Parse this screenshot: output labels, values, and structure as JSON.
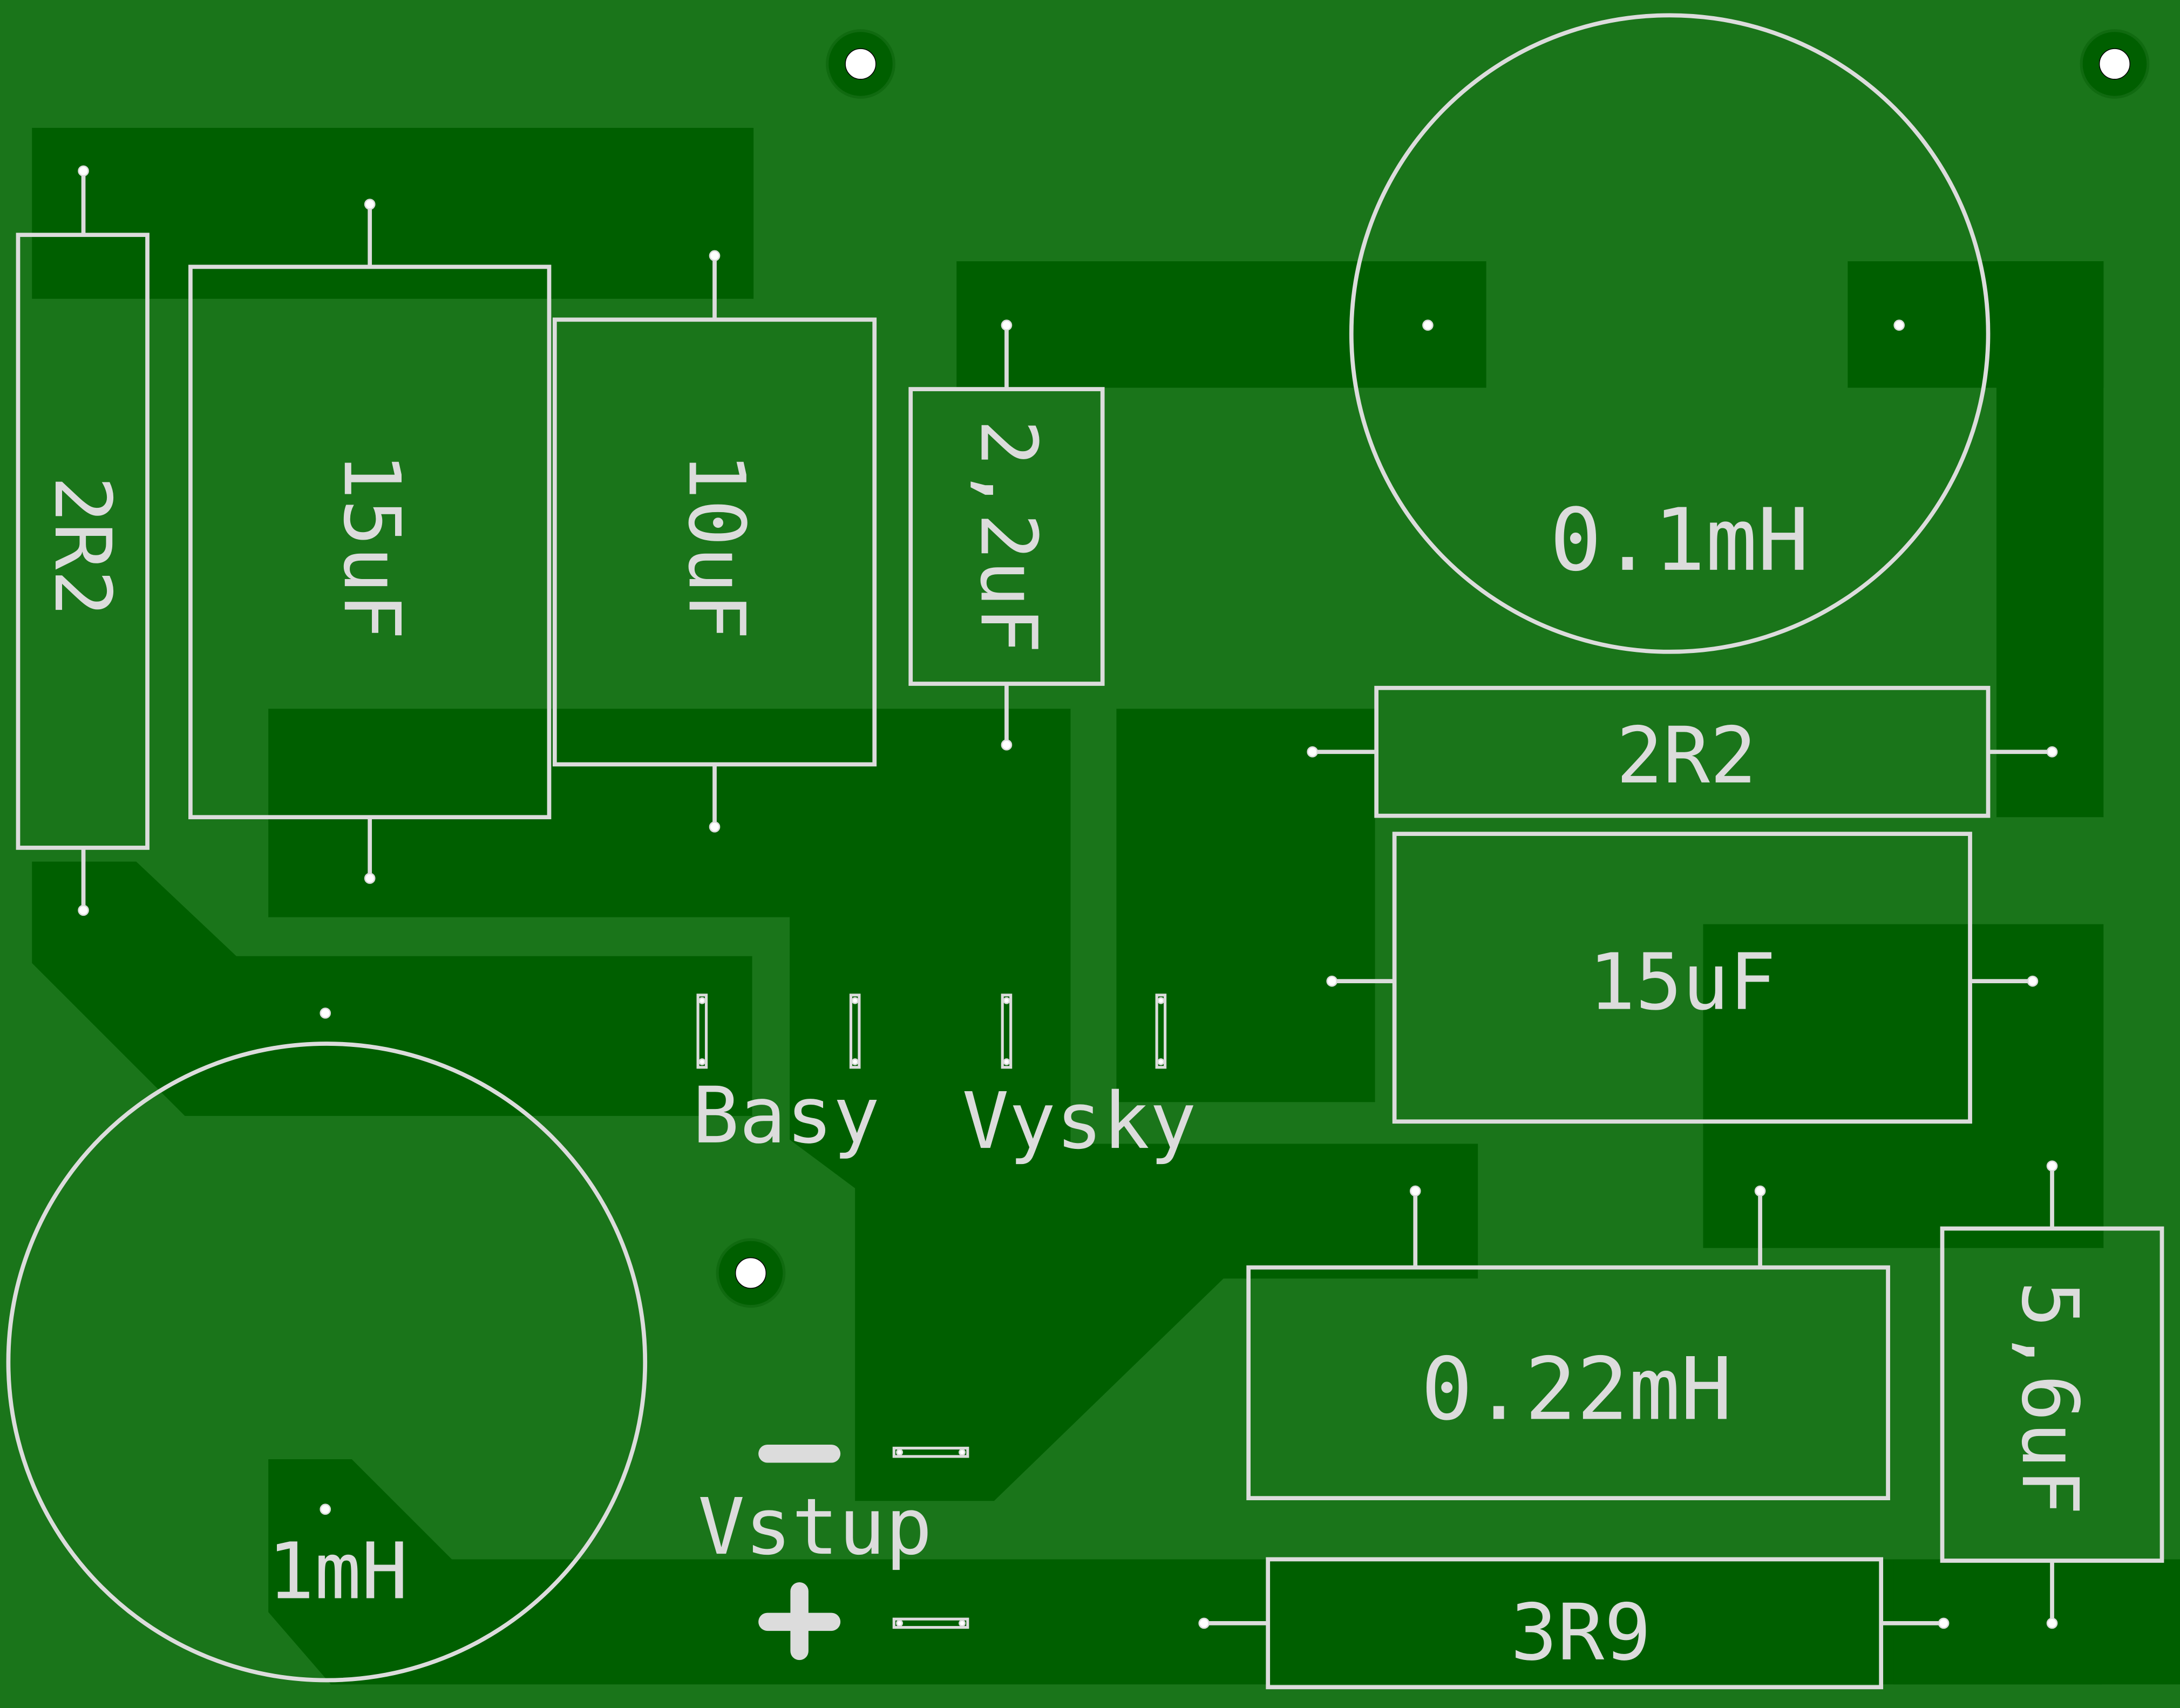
{
  "board": {
    "title": "Crossover PCB",
    "colors": {
      "substrate": "#1a751a",
      "copper": "#005f00",
      "silkscreen": "#dcdcdc",
      "drill": "#ffffff"
    }
  },
  "components": [
    {
      "id": "R1",
      "type": "resistor",
      "value": "2R2"
    },
    {
      "id": "C1",
      "type": "capacitor",
      "value": "15uF"
    },
    {
      "id": "C2",
      "type": "capacitor",
      "value": "10uF"
    },
    {
      "id": "C3",
      "type": "capacitor",
      "value": "2,2uF"
    },
    {
      "id": "L1",
      "type": "inductor",
      "value": "0.1mH"
    },
    {
      "id": "R2",
      "type": "resistor",
      "value": "2R2"
    },
    {
      "id": "C4",
      "type": "capacitor",
      "value": "15uF"
    },
    {
      "id": "L2",
      "type": "inductor",
      "value": "0.22mH"
    },
    {
      "id": "C5",
      "type": "capacitor",
      "value": "5,6uF"
    },
    {
      "id": "R3",
      "type": "resistor",
      "value": "3R9"
    },
    {
      "id": "L3",
      "type": "inductor",
      "value": "1mH"
    }
  ],
  "labels": {
    "bass": "Basy",
    "treble": "Vysky",
    "input": "Vstup",
    "minus": "−",
    "plus": "+"
  }
}
